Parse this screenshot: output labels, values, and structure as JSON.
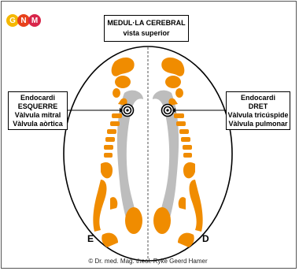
{
  "logo": {
    "letters": [
      "G",
      "N",
      "M"
    ],
    "colors": [
      "#f5b800",
      "#e8411c",
      "#d8264a"
    ]
  },
  "title": {
    "line1": "MEDUL·LA CEREBRAL",
    "line2": "vista superior"
  },
  "left_label": {
    "lines": [
      "Endocardi",
      "ESQUERRE",
      "Vàlvula mitral",
      "Vàlvula aòrtica"
    ]
  },
  "right_label": {
    "lines": [
      "Endocardi",
      "DRET",
      "Vàlvula tricúspide",
      "Vàlvula pulmonar"
    ]
  },
  "side_letters": {
    "left": "E",
    "right": "D"
  },
  "copyright": "© Dr. med. Mag. theol. Ryke Geerd Hamer",
  "colors": {
    "relay": "#f08c00",
    "ventricle": "#bdbdbd",
    "outline": "#000000",
    "midline": "#555555"
  }
}
